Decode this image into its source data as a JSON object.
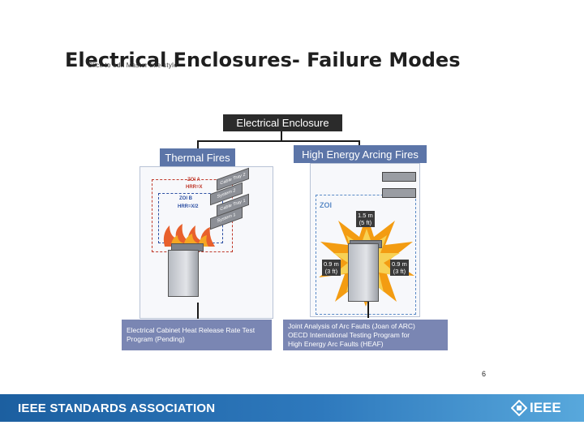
{
  "slide": {
    "title": "Electrical Enclosures- Failure Modes",
    "title_overlay": "Click to edit Master title style",
    "page_number": "6"
  },
  "diagram": {
    "root_label": "Electrical Enclosure",
    "left_branch": {
      "label": "Thermal Fires",
      "zoi_a": "ZOI A",
      "hrr_a": "HRR=X",
      "zoi_b": "ZOI B",
      "hrr_b": "HRR=X/2",
      "trays": [
        "Cable Tray 2",
        "System 2",
        "Cable Tray 1",
        "System 1"
      ],
      "caption_lines": [
        "Electrical Cabinet Heat Release Rate Test",
        "Program (Pending)"
      ]
    },
    "right_branch": {
      "label": "High Energy Arcing Fires",
      "zoi": "ZOI",
      "dim_top": [
        "1.5 m",
        "(5 ft)"
      ],
      "dim_left": [
        "0.9 m",
        "(3 ft)"
      ],
      "dim_right": [
        "0.9 m",
        "(3 ft)"
      ],
      "caption_lines": [
        "Joint Analysis of Arc Faults (Joan of ARC)",
        "OECD International Testing Program for",
        "High Energy Arc Faults (HEAF)"
      ]
    }
  },
  "footer": {
    "org_name": "IEEE STANDARDS ASSOCIATION",
    "logo_text": "IEEE"
  },
  "colors": {
    "branch_box": "#5c75a8",
    "root_box": "#2b2b2b",
    "caption_box": "#7a86b3",
    "footer_blue": "#2e79bd"
  }
}
